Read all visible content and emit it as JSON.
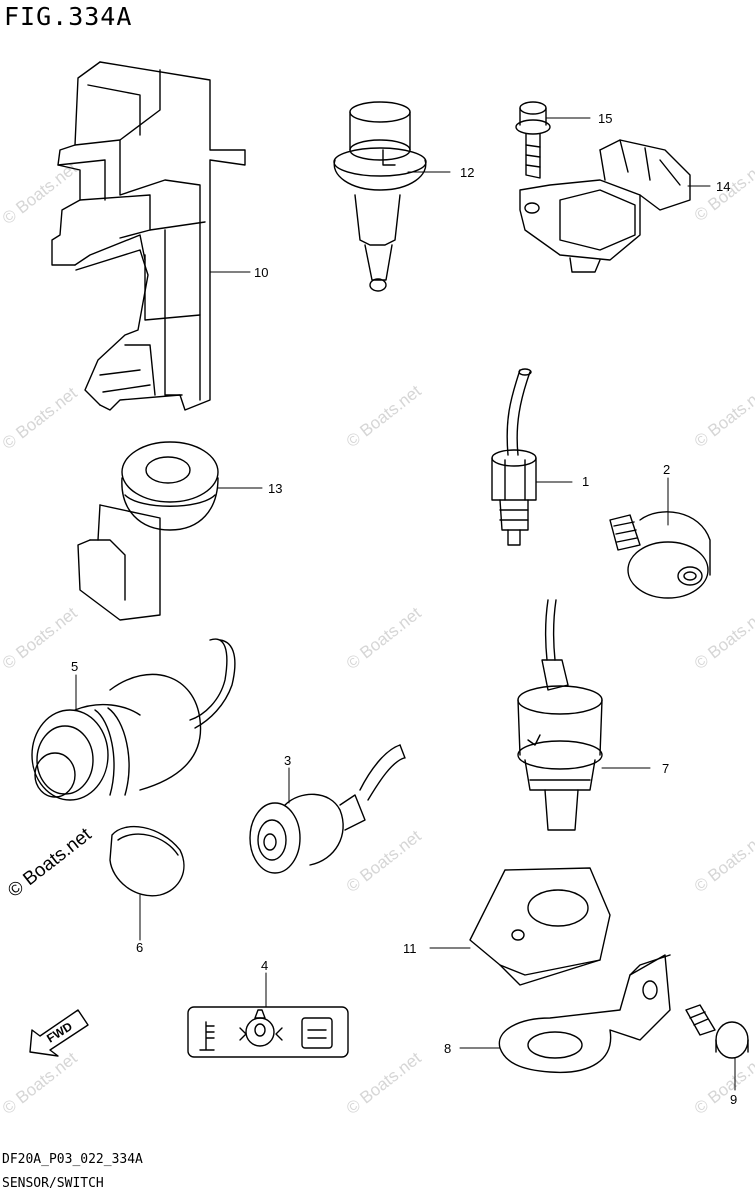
{
  "figure_title": "FIG.334A",
  "footer": {
    "code": "DF20A_P03_022_334A",
    "name": "SENSOR/SWITCH"
  },
  "watermark": "© Boats.net",
  "watermark_big": "© Boats.net",
  "direction_label": "FWD",
  "callouts": {
    "p1": "1",
    "p2": "2",
    "p3": "3",
    "p4": "4",
    "p5": "5",
    "p6": "6",
    "p7": "7",
    "p8": "8",
    "p9": "9",
    "p10": "10",
    "p11": "11",
    "p12": "12",
    "p13": "13",
    "p14": "14",
    "p15": "15"
  }
}
